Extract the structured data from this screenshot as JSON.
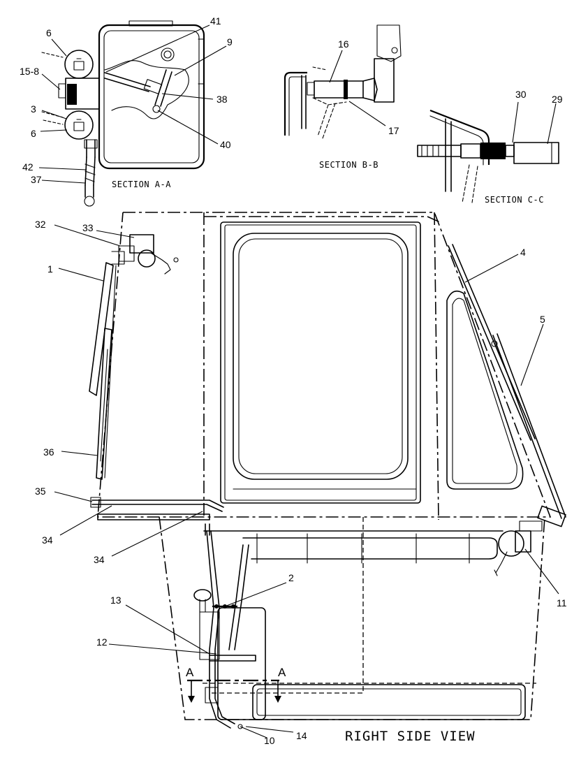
{
  "sections": {
    "a": "SECTION A-A",
    "b": "SECTION B-B",
    "c": "SECTION C-C"
  },
  "view_title": "RIGHT SIDE VIEW",
  "cut_marker": "A",
  "callouts": {
    "c41": "41",
    "c9": "9",
    "c6a": "6",
    "c15_8": "15-8",
    "c38": "38",
    "c3": "3",
    "c6b": "6",
    "c40": "40",
    "c42": "42",
    "c37": "37",
    "c16": "16",
    "c17": "17",
    "c30": "30",
    "c29": "29",
    "c32": "32",
    "c33": "33",
    "c1": "1",
    "c4": "4",
    "c5": "5",
    "c36": "36",
    "c35": "35",
    "c34a": "34",
    "c34b": "34",
    "c2": "2",
    "c11": "11",
    "c13": "13",
    "c12": "12",
    "c10": "10",
    "c14": "14"
  }
}
